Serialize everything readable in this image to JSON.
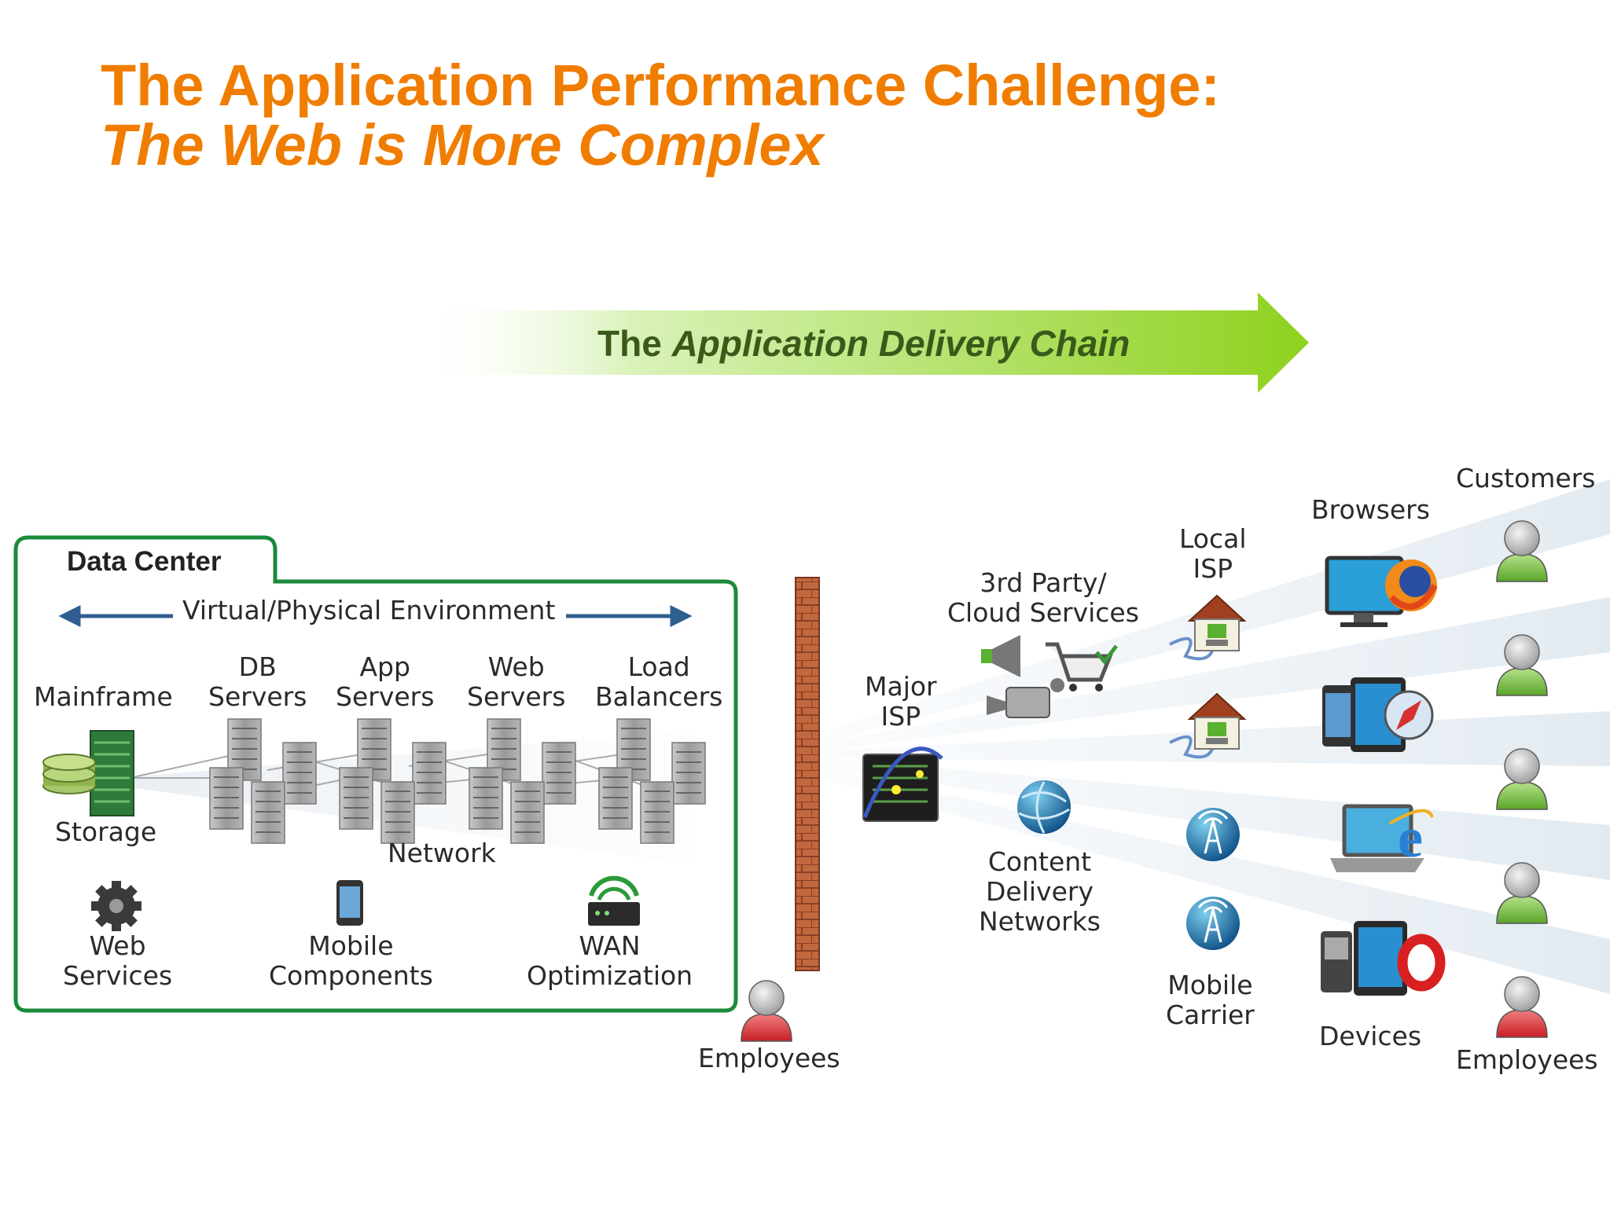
{
  "title": {
    "line1": "The Application Performance Challenge:",
    "line2": "The Web is More Complex"
  },
  "chain": {
    "prefix": "The",
    "emphasis": "Application Delivery Chain",
    "color": "#8fd11e"
  },
  "data_center": {
    "title": "Data Center",
    "environment": "Virtual/Physical Environment",
    "mainframe": "Mainframe",
    "storage": "Storage",
    "db_servers": [
      "DB",
      "Servers"
    ],
    "app_servers": [
      "App",
      "Servers"
    ],
    "web_servers": [
      "Web",
      "Servers"
    ],
    "load_balancers": [
      "Load",
      "Balancers"
    ],
    "network": "Network",
    "web_services": [
      "Web",
      "Services"
    ],
    "mobile_components": [
      "Mobile",
      "Components"
    ],
    "wan_optimization": [
      "WAN",
      "Optimization"
    ],
    "border_color": "#1a8a3a"
  },
  "outside": {
    "employees_left": "Employees",
    "major_isp": [
      "Major",
      "ISP"
    ],
    "third_party": [
      "3rd Party/",
      "Cloud Services"
    ],
    "cdn": [
      "Content",
      "Delivery",
      "Networks"
    ],
    "local_isp": [
      "Local",
      "ISP"
    ],
    "mobile_carrier": [
      "Mobile",
      "Carrier"
    ],
    "browsers": "Browsers",
    "devices": "Devices",
    "customers": "Customers",
    "employees_right": "Employees"
  },
  "colors": {
    "title": "#f07d00",
    "customer": "#7cc242",
    "employee": "#d8262e",
    "firewall": "#b8603a"
  }
}
